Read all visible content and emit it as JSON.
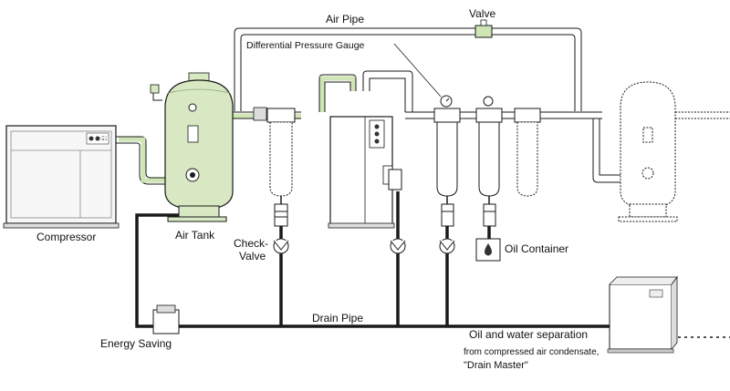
{
  "labels": {
    "air_pipe": "Air Pipe",
    "valve": "Valve",
    "diff_gauge": "Differential Pressure Gauge",
    "compressor": "Compressor",
    "air_tank": "Air Tank",
    "check_valve_1": "Check-",
    "check_valve_2": "Valve",
    "oil_container": "Oil Container",
    "drain_pipe": "Drain Pipe",
    "energy_saving": "Energy Saving",
    "drain_master_1": "Oil and water separation",
    "drain_master_2": "from compressed air condensate,",
    "drain_master_3": "\"Drain Master\""
  },
  "colors": {
    "pipe_green": "#cfe5b6",
    "tank_green": "#d8e8c2",
    "outline": "#1a1a1a",
    "filter_cyan": "#7fd0e6",
    "filter_teal": "#33c2a6",
    "filter_red": "#f08a7a",
    "filter_gray": "#9a9a9a"
  },
  "icons": [
    "valve-icon",
    "gauge-icon",
    "check-valve-icon",
    "oil-drop-icon"
  ]
}
